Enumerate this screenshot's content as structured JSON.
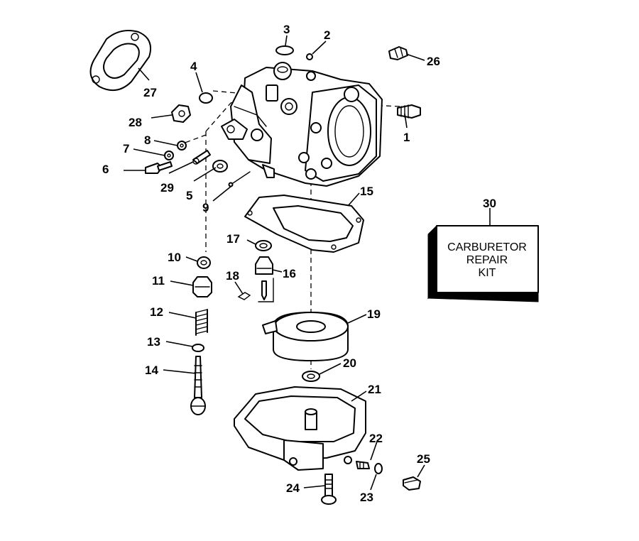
{
  "callouts": {
    "c1": "1",
    "c2": "2",
    "c3": "3",
    "c4": "4",
    "c5": "5",
    "c6": "6",
    "c7": "7",
    "c8": "8",
    "c9": "9",
    "c10": "10",
    "c11": "11",
    "c12": "12",
    "c13": "13",
    "c14": "14",
    "c15": "15",
    "c16": "16",
    "c17": "17",
    "c18": "18",
    "c19": "19",
    "c20": "20",
    "c21": "21",
    "c22": "22",
    "c23": "23",
    "c24": "24",
    "c25": "25",
    "c26": "26",
    "c27": "27",
    "c28": "28",
    "c29": "29",
    "c30": "30"
  },
  "kit_box": {
    "line1": "CARBURETOR",
    "line2": "REPAIR",
    "line3": "KIT"
  }
}
